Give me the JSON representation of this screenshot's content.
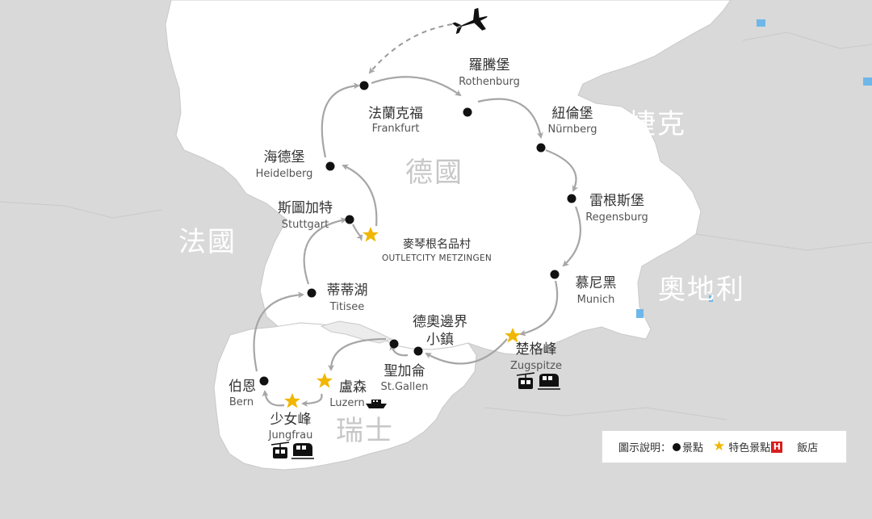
{
  "countries": {
    "germany": "德國",
    "czech": "捷克",
    "france": "法國",
    "austria": "奧地利",
    "switzerland": "瑞士"
  },
  "cities": {
    "rothenburg": {
      "zh": "羅騰堡",
      "en": "Rothenburg"
    },
    "frankfurt": {
      "zh": "法蘭克福",
      "en": "Frankfurt"
    },
    "nurnberg": {
      "zh": "紐倫堡",
      "en": "Nürnberg"
    },
    "heidelberg": {
      "zh": "海德堡",
      "en": "Heidelberg"
    },
    "regensburg": {
      "zh": "雷根斯堡",
      "en": "Regensburg"
    },
    "stuttgart": {
      "zh": "斯圖加特",
      "en": "Stuttgart"
    },
    "metzingen": {
      "zh": "麥琴根名品村",
      "en": "OUTLETCITY METZINGEN"
    },
    "munich": {
      "zh": "慕尼黑",
      "en": "Munich"
    },
    "titisee": {
      "zh": "蒂蒂湖",
      "en": "Titisee"
    },
    "border_town": {
      "zh1": "德奧邊界",
      "zh2": "小鎮"
    },
    "zugspitze": {
      "zh": "楚格峰",
      "en": "Zugspitze"
    },
    "stgallen": {
      "zh": "聖加侖",
      "en": "St.Gallen"
    },
    "luzern": {
      "zh": "盧森",
      "en": "Luzern"
    },
    "bern": {
      "zh": "伯恩",
      "en": "Bern"
    },
    "jungfrau": {
      "zh": "少女峰",
      "en": "Jungfrau"
    }
  },
  "legend": {
    "title": "圖示說明：",
    "spot": "景點",
    "feature_spot": "特色景點",
    "hotel_icon": "H",
    "hotel": "飯店"
  },
  "icons": {
    "airplane": "airplane-icon",
    "cablecar": "cable-car-icon",
    "train": "train-icon",
    "boat": "boat-icon",
    "star": "star-icon"
  },
  "colors": {
    "background": "#d9d9d9",
    "land": "#ffffff",
    "route": "#a6a6a6",
    "star": "#f1b600",
    "hotel": "#d81e1e",
    "water": "#6fb7e8"
  }
}
